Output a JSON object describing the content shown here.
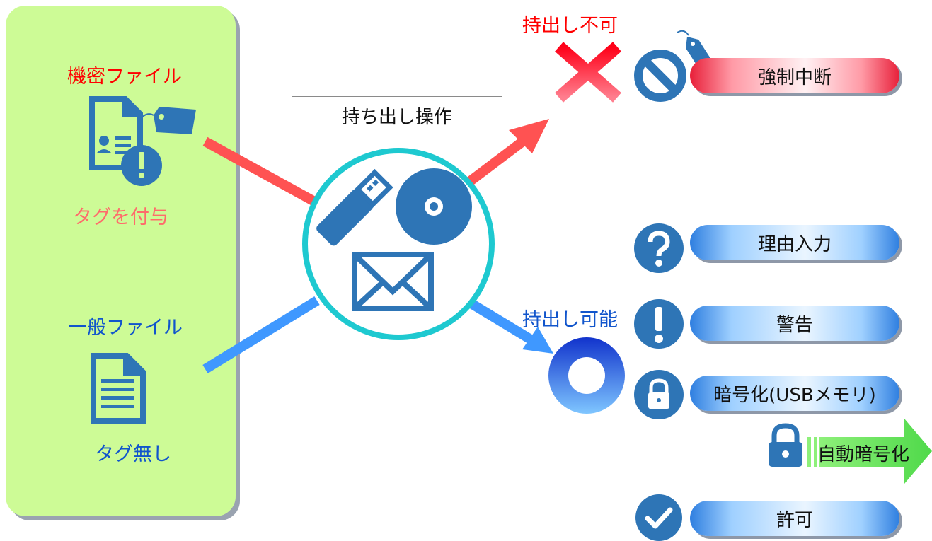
{
  "left_panel": {
    "confidential_label": "機密ファイル",
    "tag_applied_label": "タグを付与",
    "general_label": "一般ファイル",
    "no_tag_label": "タグ無し"
  },
  "center": {
    "action_label": "持ち出し操作"
  },
  "right": {
    "not_allowed_label": "持出し不可",
    "allowed_label": "持出し可能",
    "actions": [
      {
        "label": "強制中断",
        "icon": "prohibited-icon",
        "color": "red"
      },
      {
        "label": "理由入力",
        "icon": "question-icon",
        "color": "blue"
      },
      {
        "label": "警告",
        "icon": "exclamation-icon",
        "color": "blue"
      },
      {
        "label": "暗号化(USBメモリ)",
        "icon": "lock-icon",
        "color": "blue"
      },
      {
        "label": "許可",
        "icon": "check-icon",
        "color": "blue"
      }
    ],
    "auto_encrypt_label": "自動暗号化"
  },
  "colors": {
    "icon_blue": "#2e75b6",
    "red_arrow": "#ff5252",
    "blue_arrow": "#3f98ff",
    "red_text": "#ff0000",
    "blue_text": "#1155cc",
    "panel_green": "#cdfb96",
    "ring_cyan": "#1ec9d0"
  }
}
